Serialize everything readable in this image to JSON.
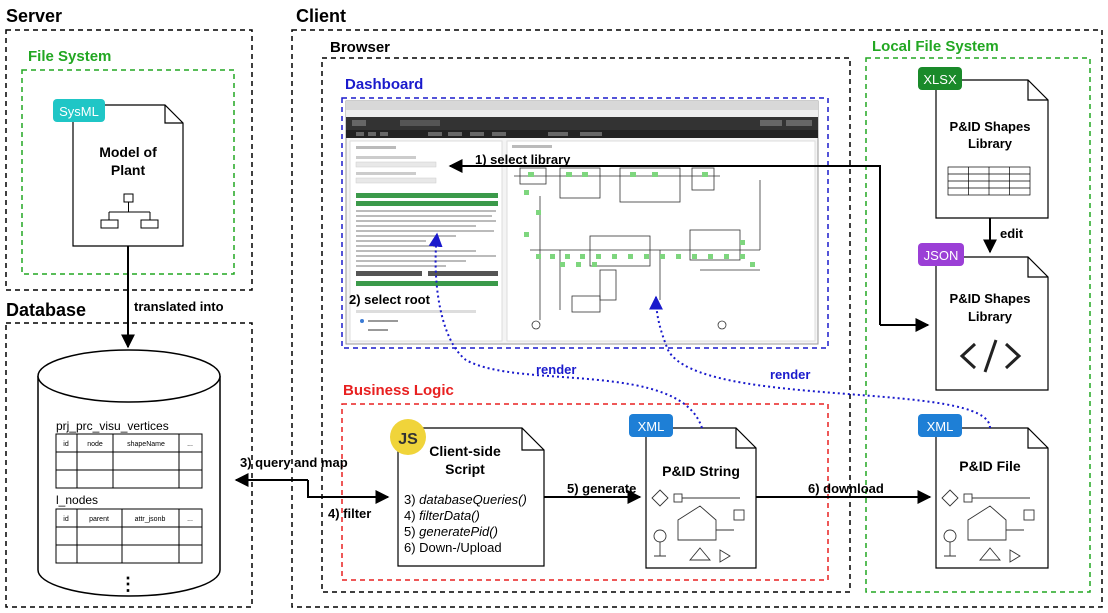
{
  "sections": {
    "server": "Server",
    "client": "Client",
    "database": "Database",
    "file_system": "File System",
    "browser": "Browser",
    "local_file_system": "Local File System",
    "dashboard": "Dashboard",
    "business_logic": "Business Logic"
  },
  "documents": {
    "sysml_badge": "SysML",
    "model_of_plant": [
      "Model of",
      "Plant"
    ],
    "xlsx_badge": "XLSX",
    "xlsx_label": [
      "P&ID Shapes",
      "Library"
    ],
    "json_badge": "JSON",
    "json_label": [
      "P&ID Shapes",
      "Library"
    ],
    "js_badge": "JS",
    "script_title": [
      "Client-side",
      "Script"
    ],
    "script_steps": [
      {
        "num": "3) ",
        "text": "databaseQueries()",
        "italic": true
      },
      {
        "num": "4) ",
        "text": "filterData()",
        "italic": true
      },
      {
        "num": "5) ",
        "text": "generatePid()",
        "italic": true
      },
      {
        "num": "6) ",
        "text": "Down-/Upload",
        "italic": false
      }
    ],
    "xml_badge_1": "XML",
    "pid_string": "P&ID String",
    "xml_badge_2": "XML",
    "pid_file": "P&ID File"
  },
  "database": {
    "table1_name": "prj_prc_visu_vertices",
    "table1_headers": [
      "id",
      "node",
      "shapeName",
      "..."
    ],
    "table2_name": "l_nodes",
    "table2_headers": [
      "id",
      "parent",
      "attr_jsonb",
      "..."
    ],
    "more": "⋮"
  },
  "arrows": {
    "translated_into": "translated into",
    "select_library": "1) select library",
    "select_root": "2) select root",
    "query_and_map": "3) query and map",
    "filter": "4) filter",
    "generate": "5) generate",
    "download": "6) download",
    "edit": "edit",
    "render_1": "render",
    "render_2": "render"
  },
  "colors": {
    "green": "#22a722",
    "blue": "#1a1acc",
    "red": "#e82020",
    "sysml": "#1fc6c6",
    "xlsx": "#1a8a2a",
    "json": "#9b3fd6",
    "xml": "#1e7fd6",
    "js": "#f0d43a"
  }
}
